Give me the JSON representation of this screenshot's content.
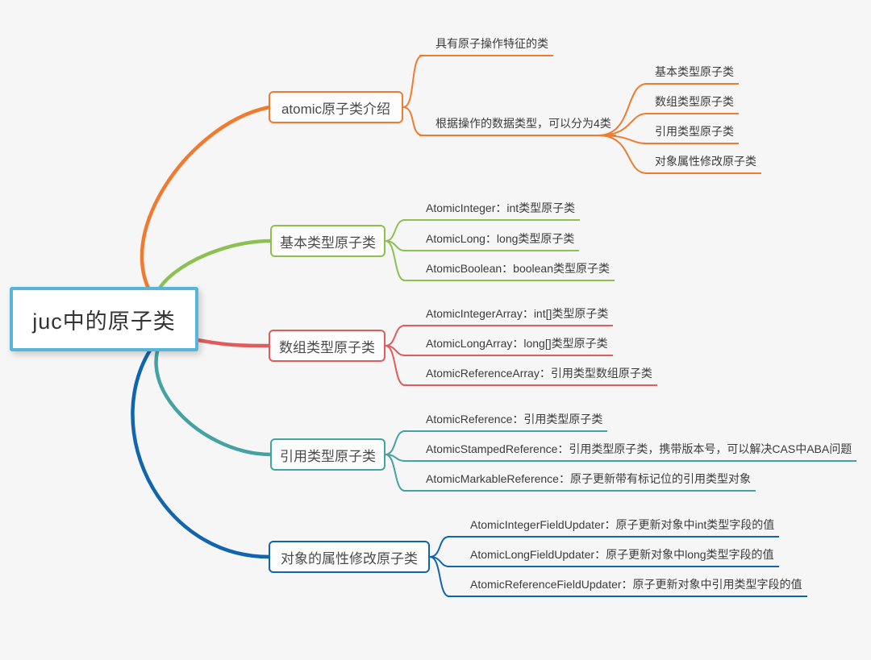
{
  "canvas": {
    "background": "#f6f6f6"
  },
  "root": {
    "label": "juc中的原子类",
    "border_color": "#55B6D9"
  },
  "branches": [
    {
      "label": "atomic原子类介绍",
      "color": "#EE7B30",
      "children": [
        {
          "label": "具有原子操作特征的类"
        },
        {
          "label": "根据操作的数据类型，可以分为4类",
          "children": [
            {
              "label": "基本类型原子类"
            },
            {
              "label": "数组类型原子类"
            },
            {
              "label": "引用类型原子类"
            },
            {
              "label": "对象属性修改原子类"
            }
          ]
        }
      ]
    },
    {
      "label": "基本类型原子类",
      "color": "#8CC152",
      "children": [
        {
          "label": "AtomicInteger：int类型原子类"
        },
        {
          "label": "AtomicLong：long类型原子类"
        },
        {
          "label": "AtomicBoolean：boolean类型原子类"
        }
      ]
    },
    {
      "label": "数组类型原子类",
      "color": "#E05C5C",
      "children": [
        {
          "label": "AtomicIntegerArray：int[]类型原子类"
        },
        {
          "label": "AtomicLongArray：long[]类型原子类"
        },
        {
          "label": "AtomicReferenceArray：引用类型数组原子类"
        }
      ]
    },
    {
      "label": "引用类型原子类",
      "color": "#44A2A2",
      "children": [
        {
          "label": "AtomicReference：引用类型原子类"
        },
        {
          "label": "AtomicStampedReference：引用类型原子类，携带版本号，可以解决CAS中ABA问题"
        },
        {
          "label": "AtomicMarkableReference：原子更新带有标记位的引用类型对象"
        }
      ]
    },
    {
      "label": "对象的属性修改原子类",
      "color": "#1165AF",
      "children": [
        {
          "label": "AtomicIntegerFieldUpdater：原子更新对象中int类型字段的值"
        },
        {
          "label": "AtomicLongFieldUpdater：原子更新对象中long类型字段的值"
        },
        {
          "label": "AtomicReferenceFieldUpdater：原子更新对象中引用类型字段的值"
        }
      ]
    }
  ]
}
